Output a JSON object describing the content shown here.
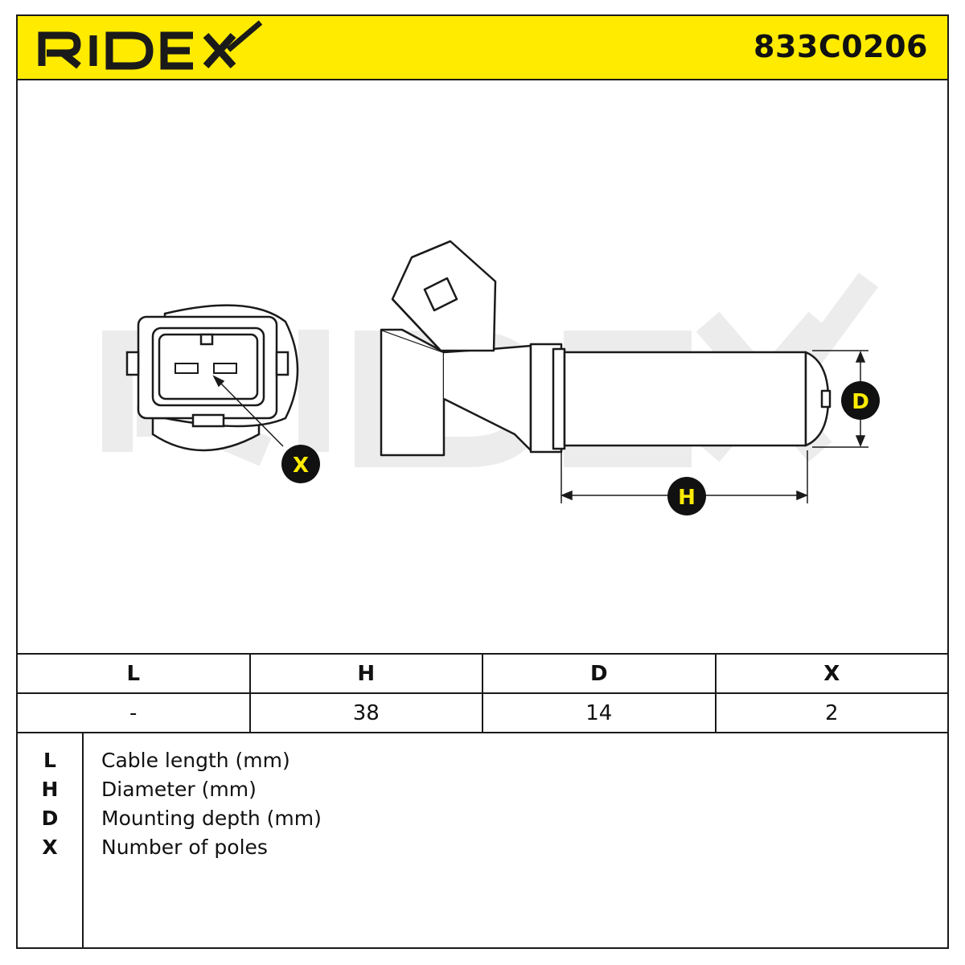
{
  "header": {
    "brand": "RIDEX",
    "part_number": "833C0206"
  },
  "diagram": {
    "callouts": [
      "X",
      "D",
      "H"
    ],
    "watermark": "RIDEX"
  },
  "table": {
    "headers": [
      "L",
      "H",
      "D",
      "X"
    ],
    "values": [
      "-",
      "38",
      "14",
      "2"
    ]
  },
  "legend": [
    {
      "key": "L",
      "text": "Cable length (mm)"
    },
    {
      "key": "H",
      "text": "Diameter (mm)"
    },
    {
      "key": "D",
      "text": "Mounting depth (mm)"
    },
    {
      "key": "X",
      "text": "Number of poles"
    }
  ],
  "colors": {
    "accent": "#ffeb00",
    "line": "#1a1a1a",
    "watermark": "#ececec"
  }
}
